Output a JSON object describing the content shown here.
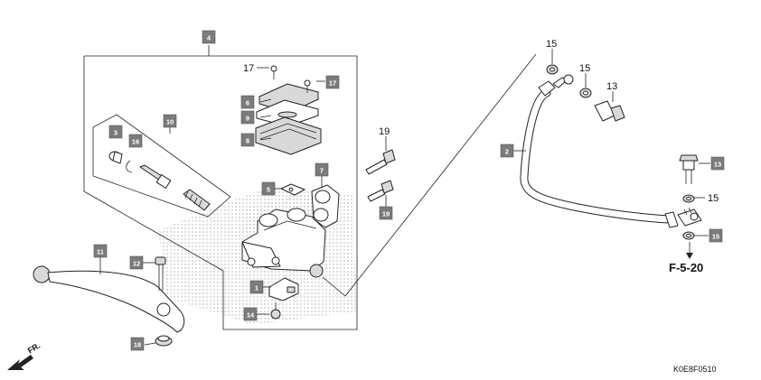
{
  "diagram": {
    "reference": "F-5-20",
    "code": "K0E8F0510",
    "direction_label": "FR.",
    "callouts": [
      {
        "id": "c4",
        "label": "4",
        "style": "box"
      },
      {
        "id": "c10",
        "label": "10",
        "style": "box"
      },
      {
        "id": "c3",
        "label": "3",
        "style": "box"
      },
      {
        "id": "c16",
        "label": "16",
        "style": "box"
      },
      {
        "id": "c17a",
        "label": "17",
        "style": "plain"
      },
      {
        "id": "c17b",
        "label": "17",
        "style": "box"
      },
      {
        "id": "c6",
        "label": "6",
        "style": "box"
      },
      {
        "id": "c9",
        "label": "9",
        "style": "box"
      },
      {
        "id": "c8",
        "label": "8",
        "style": "box"
      },
      {
        "id": "c19a",
        "label": "19",
        "style": "plain"
      },
      {
        "id": "c19b",
        "label": "19",
        "style": "box"
      },
      {
        "id": "c7",
        "label": "7",
        "style": "box"
      },
      {
        "id": "c5",
        "label": "5",
        "style": "box"
      },
      {
        "id": "c11",
        "label": "11",
        "style": "box"
      },
      {
        "id": "c12",
        "label": "12",
        "style": "box"
      },
      {
        "id": "c1",
        "label": "1",
        "style": "box"
      },
      {
        "id": "c14",
        "label": "14",
        "style": "box"
      },
      {
        "id": "c18",
        "label": "18",
        "style": "box"
      },
      {
        "id": "c2",
        "label": "2",
        "style": "box"
      },
      {
        "id": "c15a",
        "label": "15",
        "style": "plain"
      },
      {
        "id": "c15b",
        "label": "15",
        "style": "plain"
      },
      {
        "id": "c13a",
        "label": "13",
        "style": "plain"
      },
      {
        "id": "c13b",
        "label": "13",
        "style": "box"
      },
      {
        "id": "c15c",
        "label": "15",
        "style": "plain"
      },
      {
        "id": "c15d",
        "label": "15",
        "style": "box"
      }
    ]
  }
}
